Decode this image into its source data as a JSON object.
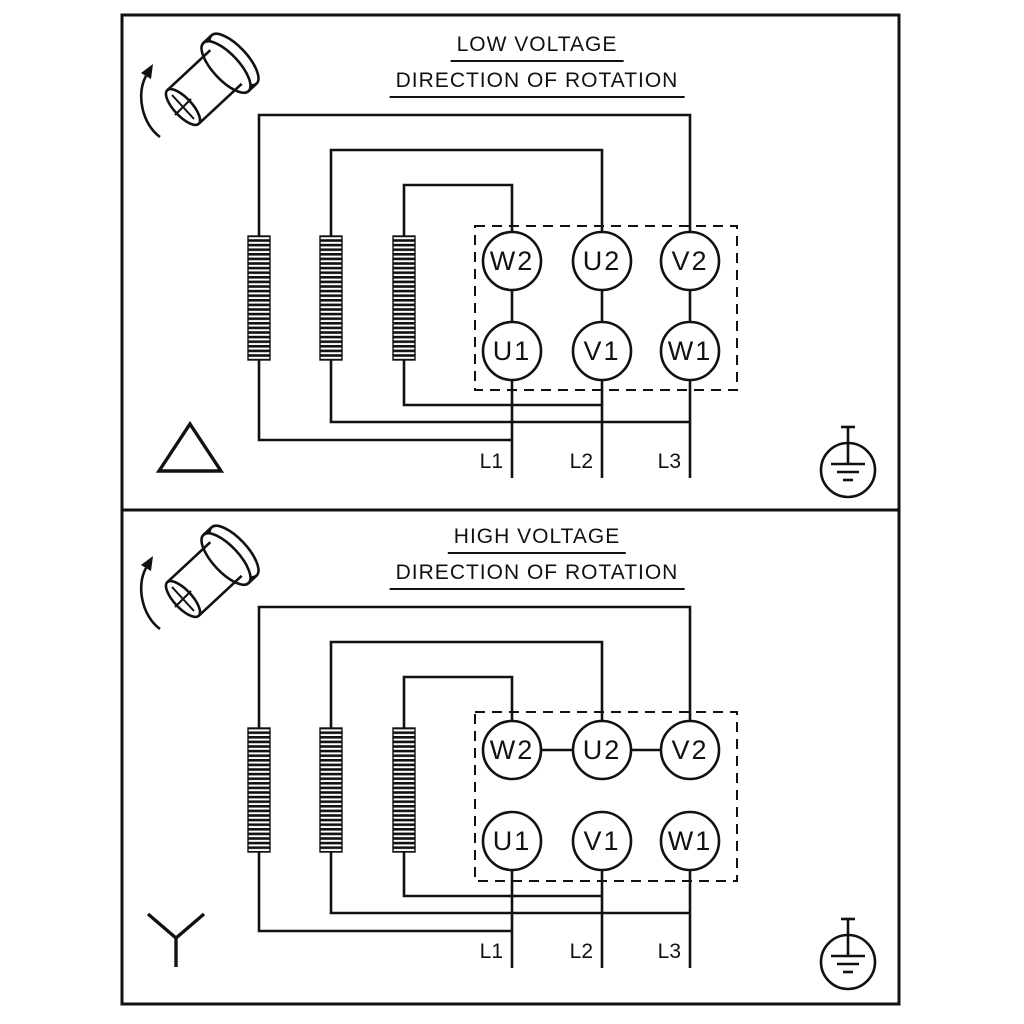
{
  "diagram": {
    "background": "#ffffff",
    "line_color": "#111111",
    "panels": [
      {
        "title": "LOW VOLTAGE",
        "subtitle": "DIRECTION OF ROTATION",
        "connection": "delta",
        "terminals_top": [
          "W2",
          "U2",
          "V2"
        ],
        "terminals_bottom": [
          "U1",
          "V1",
          "W1"
        ],
        "supply_lines": [
          "L1",
          "L2",
          "L3"
        ],
        "icons": [
          "rotation-direction-arrow-icon",
          "motor-shaft-icon",
          "delta-connection-icon",
          "earth-ground-icon"
        ]
      },
      {
        "title": "HIGH VOLTAGE",
        "subtitle": "DIRECTION OF ROTATION",
        "connection": "star",
        "terminals_top": [
          "W2",
          "U2",
          "V2"
        ],
        "terminals_bottom": [
          "U1",
          "V1",
          "W1"
        ],
        "supply_lines": [
          "L1",
          "L2",
          "L3"
        ],
        "icons": [
          "rotation-direction-arrow-icon",
          "motor-shaft-icon",
          "star-connection-icon",
          "earth-ground-icon"
        ]
      }
    ]
  }
}
